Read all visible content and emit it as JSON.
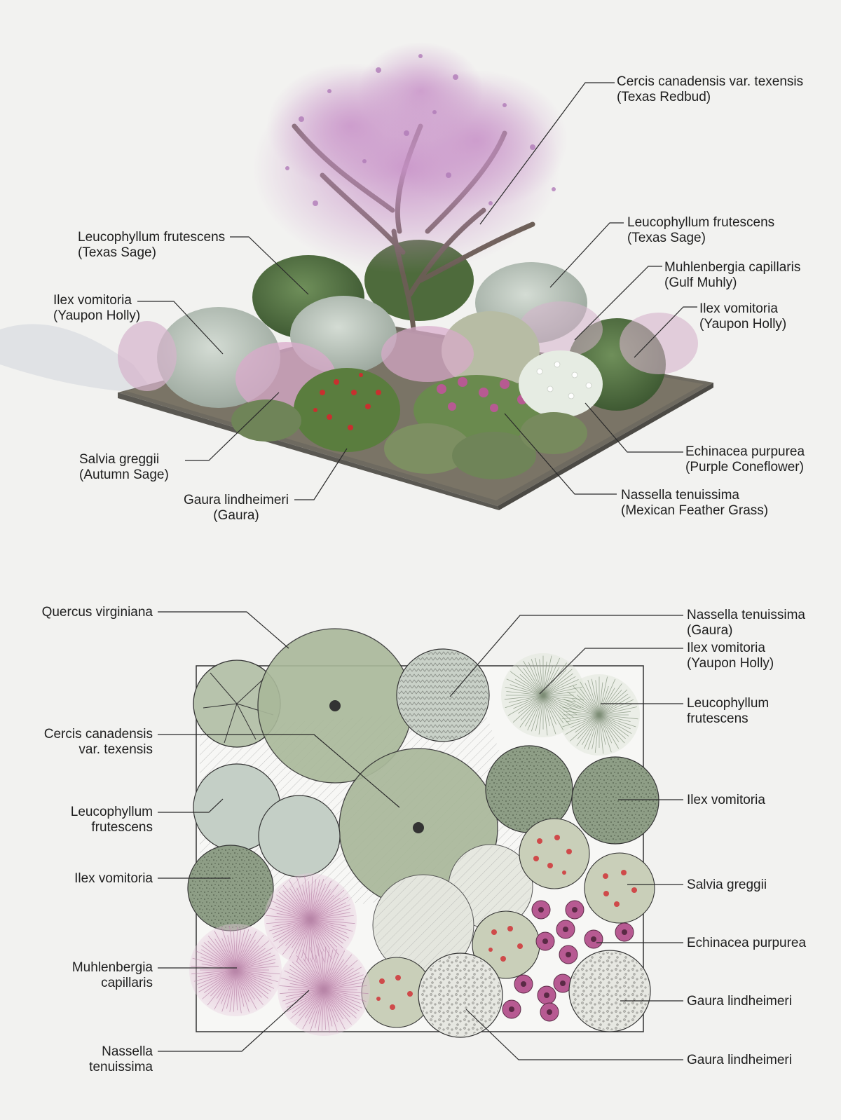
{
  "perspective": {
    "labels": [
      {
        "id": "p-redbud",
        "lines": [
          "Cercis canadensis var. texensis",
          "(Texas Redbud)"
        ]
      },
      {
        "id": "p-sage-right",
        "lines": [
          "Leucophyllum frutescens",
          "(Texas Sage)"
        ]
      },
      {
        "id": "p-muhly",
        "lines": [
          "Muhlenbergia capillaris",
          "(Gulf Muhly)"
        ]
      },
      {
        "id": "p-holly-right",
        "lines": [
          "Ilex vomitoria",
          "(Yaupon Holly)"
        ]
      },
      {
        "id": "p-coneflower",
        "lines": [
          "Echinacea purpurea",
          "(Purple Coneflower)"
        ]
      },
      {
        "id": "p-feather",
        "lines": [
          "Nassella tenuissima",
          "(Mexican Feather Grass)"
        ]
      },
      {
        "id": "p-sage-left",
        "lines": [
          "Leucophyllum frutescens",
          "(Texas Sage)"
        ]
      },
      {
        "id": "p-holly-left",
        "lines": [
          "Ilex vomitoria",
          "(Yaupon Holly)"
        ]
      },
      {
        "id": "p-salvia",
        "lines": [
          "Salvia greggii",
          "(Autumn Sage)"
        ]
      },
      {
        "id": "p-gaura",
        "lines": [
          "Gaura lindheimeri",
          "(Gaura)"
        ]
      }
    ]
  },
  "plan": {
    "labels": [
      {
        "id": "q-oak",
        "lines": [
          "Quercus virginiana"
        ]
      },
      {
        "id": "q-redbud",
        "lines": [
          "Cercis canadensis",
          "var. texensis"
        ]
      },
      {
        "id": "q-sage-left",
        "lines": [
          "Leucophyllum",
          "frutescens"
        ]
      },
      {
        "id": "q-holly-left",
        "lines": [
          "Ilex vomitoria"
        ]
      },
      {
        "id": "q-muhly",
        "lines": [
          "Muhlenbergia",
          "capillaris"
        ]
      },
      {
        "id": "q-nassella-left",
        "lines": [
          "Nassella",
          "tenuissima"
        ]
      },
      {
        "id": "q-nassella-right",
        "lines": [
          "Nassella tenuissima",
          "(Gaura)"
        ]
      },
      {
        "id": "q-holly-right",
        "lines": [
          "Ilex vomitoria",
          "(Yaupon Holly)"
        ]
      },
      {
        "id": "q-sage-right",
        "lines": [
          "Leucophyllum",
          "frutescens"
        ]
      },
      {
        "id": "q-ilex",
        "lines": [
          "Ilex vomitoria"
        ]
      },
      {
        "id": "q-salvia",
        "lines": [
          "Salvia greggii"
        ]
      },
      {
        "id": "q-echinacea",
        "lines": [
          "Echinacea purpurea"
        ]
      },
      {
        "id": "q-gaura-1",
        "lines": [
          "Gaura lindheimeri"
        ]
      },
      {
        "id": "q-gaura-2",
        "lines": [
          "Gaura lindheimeri"
        ]
      }
    ]
  },
  "colors": {
    "tree_green": "#a9b89a",
    "shrub_dark": "#8e9e86",
    "sage_silver": "#c4cfc6",
    "muhly_pink": "#c79ab8",
    "salvia_red": "#c73a3a",
    "coneflower": "#b75a92"
  }
}
